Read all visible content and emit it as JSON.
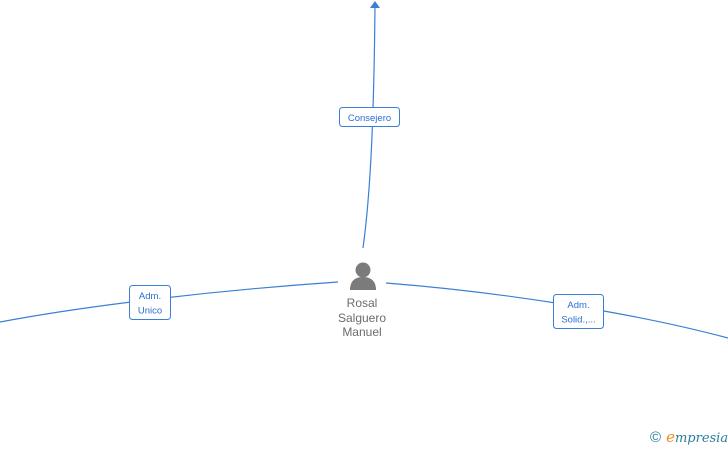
{
  "diagram": {
    "center_node": {
      "name_lines": [
        "Rosal",
        "Salguero",
        "Manuel"
      ],
      "icon": "person-icon"
    },
    "edges": [
      {
        "label_lines": [
          "Consejero"
        ],
        "direction": "up-arrow"
      },
      {
        "label_lines": [
          "Adm.",
          "Unico"
        ],
        "direction": "left"
      },
      {
        "label_lines": [
          "Adm.",
          "Solid.,..."
        ],
        "direction": "right"
      }
    ],
    "colors": {
      "edge": "#3a7fd5",
      "label_text": "#2a6fcf",
      "node_text": "#6b6b6b",
      "icon": "#7b7b7b"
    }
  },
  "watermark": {
    "symbol": "©",
    "brand_first_letter": "e",
    "brand_rest": "mpresia",
    "colors": {
      "brand": "#2a7d9c",
      "accent": "#f08a1c"
    }
  }
}
